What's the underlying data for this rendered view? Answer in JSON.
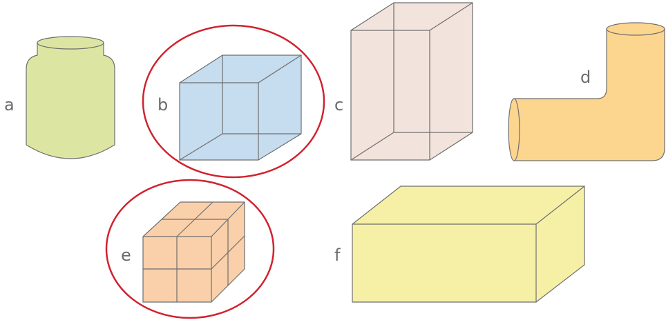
{
  "shapes": [
    {
      "id": "jar",
      "label": "a",
      "selected": false,
      "fill": "#dde5a3"
    },
    {
      "id": "cube",
      "label": "b",
      "selected": true,
      "fill": "#c6dcef"
    },
    {
      "id": "tall-box",
      "label": "c",
      "selected": false,
      "fill": "#f2e4dc"
    },
    {
      "id": "elbow-pipe",
      "label": "d",
      "selected": false,
      "fill": "#fcd58f"
    },
    {
      "id": "cube-2x2x2",
      "label": "e",
      "selected": true,
      "fill": "#f9d0aa"
    },
    {
      "id": "flat-box",
      "label": "f",
      "selected": false,
      "fill": "#f5f0a5"
    }
  ],
  "colors": {
    "selection_ring": "#d0222f",
    "edge": "#6e6e6e",
    "label": "#6b6b6b"
  }
}
